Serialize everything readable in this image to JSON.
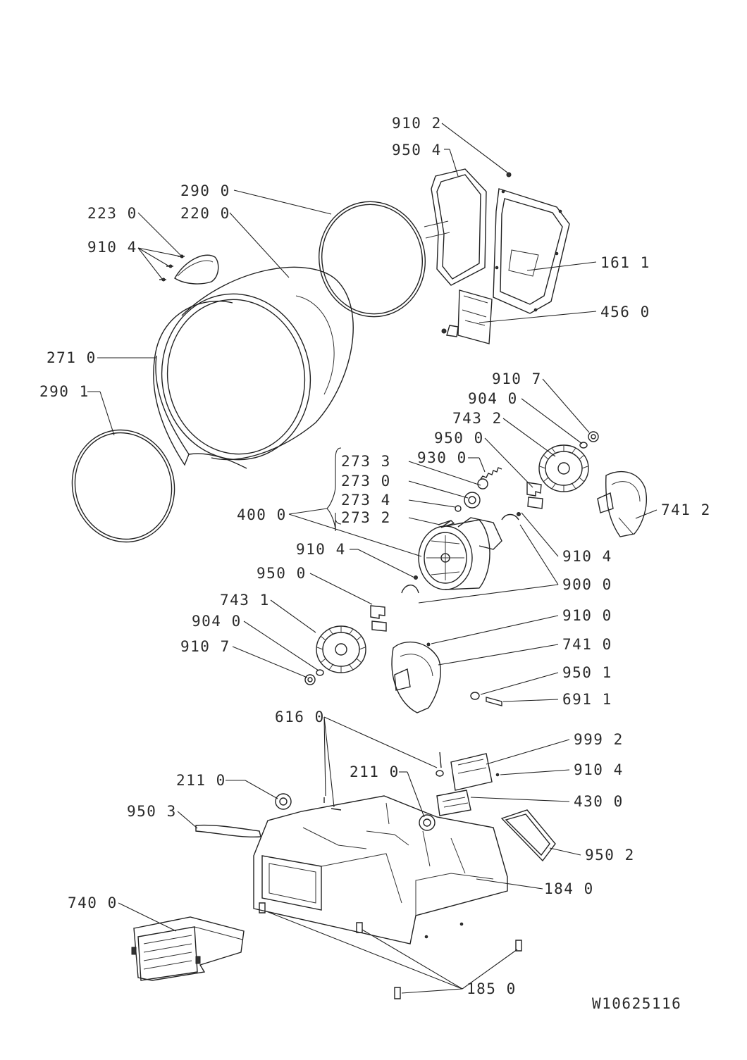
{
  "drawing_number": "W10625116",
  "labels": {
    "l9102": "910 2",
    "l9504": "950 4",
    "l2900": "290 0",
    "l2230": "223 0",
    "l2200": "220 0",
    "l9104a": "910 4",
    "l1611": "161 1",
    "l4560": "456 0",
    "l2710": "271 0",
    "l2901": "290 1",
    "l9107a": "910 7",
    "l9040a": "904 0",
    "l7432": "743 2",
    "l9500a": "950 0",
    "l9300": "930 0",
    "l2733": "273 3",
    "l2730": "273 0",
    "l2734": "273 4",
    "l2732": "273 2",
    "l4000": "400 0",
    "l7412": "741 2",
    "l9104b": "910 4",
    "l9104c": "910 4",
    "l9000": "900 0",
    "l9500b": "950 0",
    "l7431": "743 1",
    "l9100": "910 0",
    "l9040b": "904 0",
    "l7410": "741 0",
    "l9107b": "910 7",
    "l9501": "950 1",
    "l6911": "691 1",
    "l6160": "616 0",
    "l9992": "999 2",
    "l2110a": "211 0",
    "l2110b": "211 0",
    "l9104d": "910 4",
    "l4300": "430 0",
    "l9503": "950 3",
    "l9502": "950 2",
    "l1840": "184 0",
    "l7400": "740 0",
    "l1850": "185 0"
  }
}
